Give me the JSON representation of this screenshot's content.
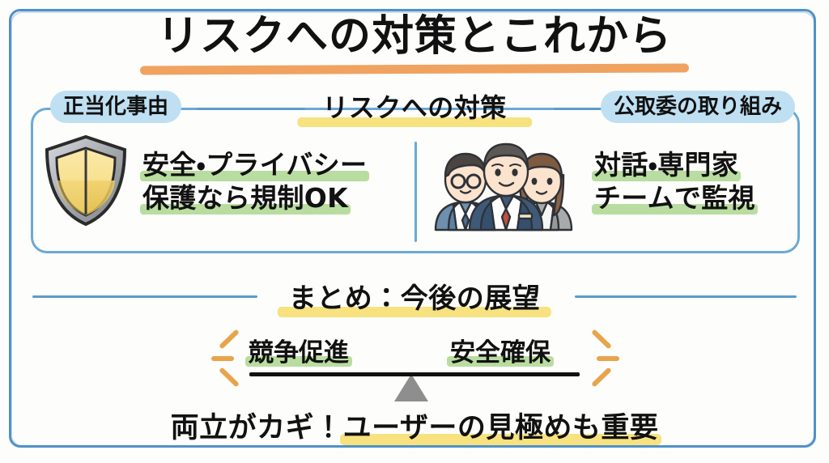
{
  "slide": {
    "title": "リスクへの対策とこれから",
    "subtitle": "リスクへの対策"
  },
  "colors": {
    "frame_blue": "#4f91c9",
    "badge_blue": "#bfe0f2",
    "title_underline_orange": "#f0a261",
    "highlight_yellow": "#f7e27f",
    "highlight_green": "#b9dda0",
    "spark_orange": "#e8a44b",
    "fulcrum_gray": "#8e8e8e",
    "text_black": "#111111"
  },
  "columns": [
    {
      "badge": "正当化事由",
      "icon": "shield-icon",
      "lines": [
        {
          "text": "安全・プライバシー",
          "highlight": "green"
        },
        {
          "text": "保護なら規制OK",
          "highlight": "green"
        }
      ]
    },
    {
      "badge": "公取委の取り組み",
      "icon": "people-team-icon",
      "lines": [
        {
          "text": "対話・専門家",
          "highlight": "green"
        },
        {
          "text": "チームで監視",
          "highlight": "green"
        }
      ]
    }
  ],
  "summary": {
    "heading": "まとめ：今後の展望",
    "scale": {
      "left_label": "競争促進",
      "right_label": "安全確保"
    },
    "closing": {
      "plain": "両立がカギ！",
      "highlighted": "ユーザーの見極めも重要"
    }
  }
}
